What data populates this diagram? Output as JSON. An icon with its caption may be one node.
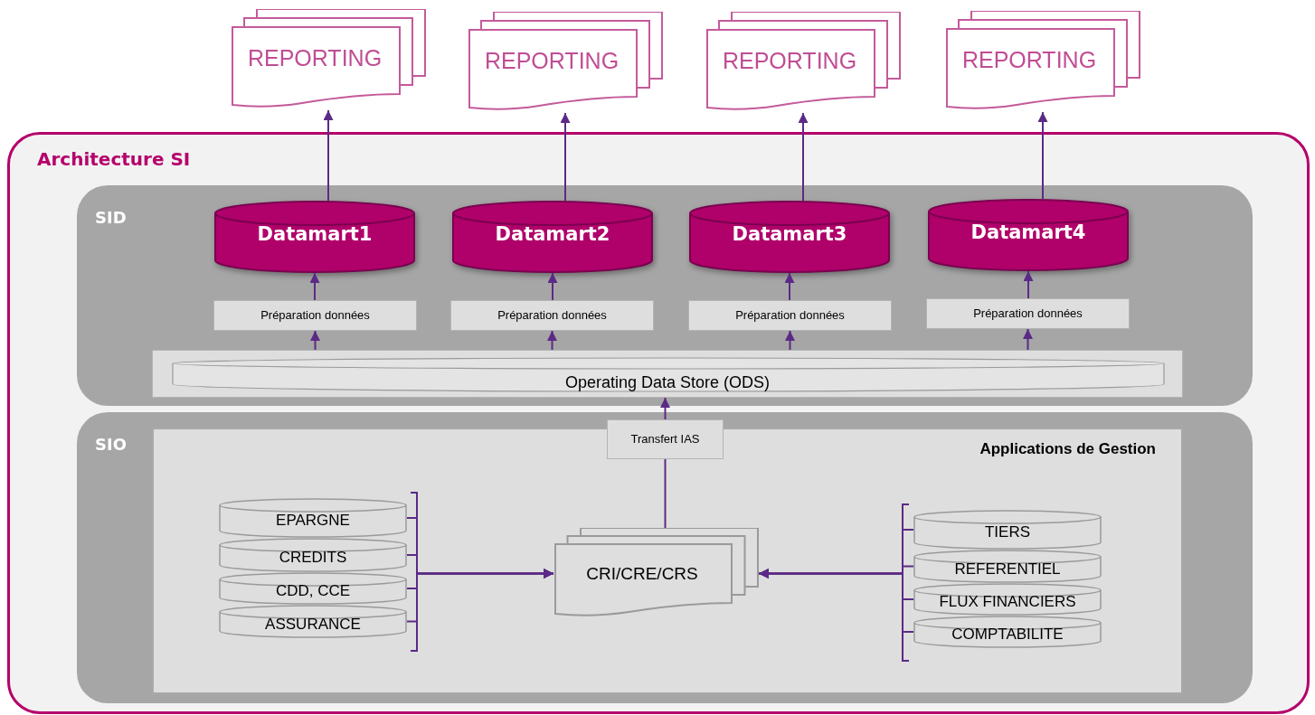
{
  "diagram": {
    "nodes": [
      {
        "text": [
          "REPORTING"
        ]
      },
      {
        "text": [
          "REPORTING"
        ]
      },
      {
        "text": [
          "REPORTING"
        ]
      },
      {
        "text": [
          "REPORTING"
        ]
      },
      {
        "text": [
          "Architecture SI"
        ]
      },
      {
        "text": [
          "SID"
        ],
        "in": 4
      },
      {
        "text": [
          "SIO"
        ],
        "in": 4
      },
      {
        "text": [
          "Datamart1"
        ],
        "in": 5
      },
      {
        "text": [
          "Datamart2"
        ],
        "in": 5
      },
      {
        "text": [
          "Datamart3"
        ],
        "in": 5
      },
      {
        "text": [
          "Datamart4"
        ],
        "in": 5
      },
      {
        "text": [
          "Préparation données"
        ],
        "in": 5
      },
      {
        "text": [
          "Préparation données"
        ],
        "in": 5
      },
      {
        "text": [
          "Préparation données"
        ],
        "in": 5
      },
      {
        "text": [
          "Préparation données"
        ],
        "in": 5
      },
      {
        "text": [
          "Operating Data Store (ODS)"
        ],
        "in": 5
      },
      {
        "text": [
          "Applications de Gestion"
        ],
        "in": 6
      },
      {
        "text": [
          "Transfert IAS"
        ],
        "in": 6
      },
      {
        "text": [
          "EPARGNE"
        ],
        "in": 16
      },
      {
        "text": [
          "CREDITS"
        ],
        "in": 16
      },
      {
        "text": [
          "CDD, CCE"
        ],
        "in": 16
      },
      {
        "text": [
          "ASSURANCE"
        ],
        "in": 16
      },
      {
        "text": [
          "CRI/CRE/CRS"
        ],
        "in": 16
      },
      {
        "text": [
          "TIERS"
        ],
        "in": 16
      },
      {
        "text": [
          "REFERENTIEL"
        ],
        "in": 16
      },
      {
        "text": [
          "FLUX FINANCIERS"
        ],
        "in": 16
      },
      {
        "text": [
          "COMPTABILITE"
        ],
        "in": 16
      }
    ],
    "edges": [
      {
        "from": 7,
        "to": 0,
        "arrow": "to"
      },
      {
        "from": 8,
        "to": 1,
        "arrow": "to"
      },
      {
        "from": 9,
        "to": 2,
        "arrow": "to"
      },
      {
        "from": 10,
        "to": 3,
        "arrow": "to"
      },
      {
        "from": 11,
        "to": 7,
        "arrow": "to"
      },
      {
        "from": 12,
        "to": 8,
        "arrow": "to"
      },
      {
        "from": 13,
        "to": 9,
        "arrow": "to"
      },
      {
        "from": 14,
        "to": 10,
        "arrow": "to"
      },
      {
        "from": 15,
        "to": 11,
        "arrow": "to"
      },
      {
        "from": 15,
        "to": 12,
        "arrow": "to"
      },
      {
        "from": 15,
        "to": 13,
        "arrow": "to"
      },
      {
        "from": 15,
        "to": 14,
        "arrow": "to"
      },
      {
        "from": 17,
        "to": 15,
        "arrow": "to"
      },
      {
        "from": 22,
        "to": 17,
        "arrow": "none"
      },
      {
        "from": 18,
        "to": 22,
        "arrow": "to"
      },
      {
        "from": 19,
        "to": 22,
        "arrow": "to"
      },
      {
        "from": 20,
        "to": 22,
        "arrow": "to"
      },
      {
        "from": 21,
        "to": 22,
        "arrow": "to"
      },
      {
        "from": 23,
        "to": 22,
        "arrow": "to"
      },
      {
        "from": 24,
        "to": 22,
        "arrow": "to"
      },
      {
        "from": 25,
        "to": 22,
        "arrow": "to"
      },
      {
        "from": 26,
        "to": 22,
        "arrow": "to"
      }
    ]
  }
}
